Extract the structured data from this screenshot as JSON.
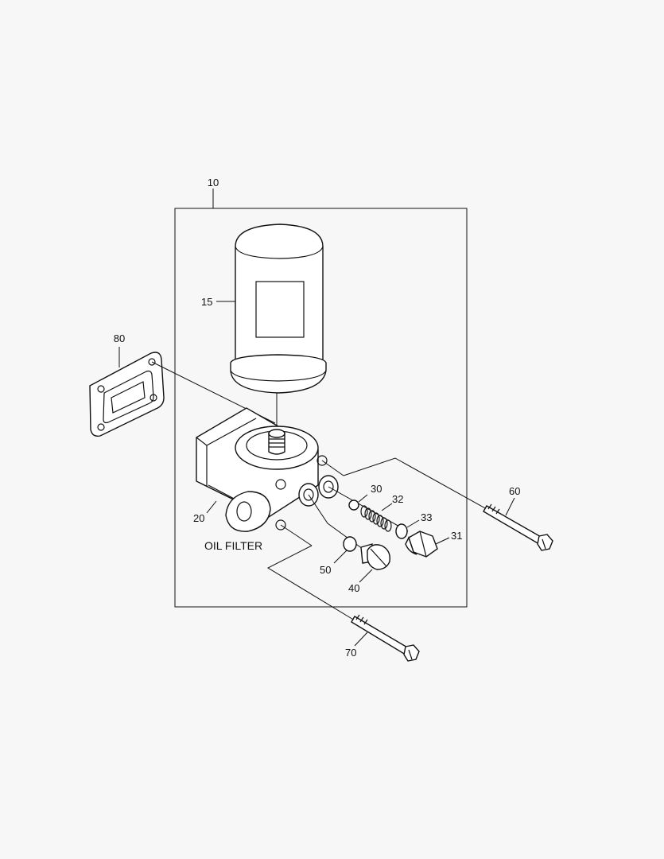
{
  "diagram": {
    "caption": "OIL FILTER",
    "callouts": {
      "c10": "10",
      "c15": "15",
      "c80": "80",
      "c20": "20",
      "c30": "30",
      "c32": "32",
      "c33": "33",
      "c31": "31",
      "c50": "50",
      "c40": "40",
      "c60": "60",
      "c70": "70"
    }
  }
}
